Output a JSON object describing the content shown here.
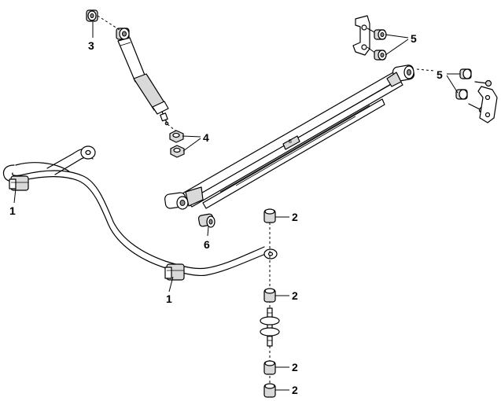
{
  "callouts": [
    {
      "id": "c1a",
      "text": "1"
    },
    {
      "id": "c1b",
      "text": "1"
    },
    {
      "id": "c2a",
      "text": "2"
    },
    {
      "id": "c2b",
      "text": "2"
    },
    {
      "id": "c2c",
      "text": "2"
    },
    {
      "id": "c2d",
      "text": "2"
    },
    {
      "id": "c3",
      "text": "3"
    },
    {
      "id": "c4",
      "text": "4"
    },
    {
      "id": "c5a",
      "text": "5"
    },
    {
      "id": "c5b",
      "text": "5"
    },
    {
      "id": "c6",
      "text": "6"
    }
  ],
  "spring_mark": "8",
  "colors": {
    "line": "#000000",
    "shade": "#d9d9d9",
    "background": "#ffffff"
  }
}
